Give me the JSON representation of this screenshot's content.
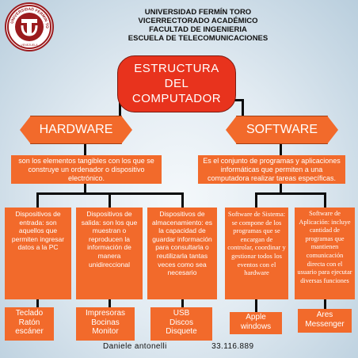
{
  "header": {
    "lines": [
      "UNIVERSIDAD FERMÍN TORO",
      "VICERRECTORADO ACADÉMICO",
      "FACULTAD DE INGENIERIA",
      "ESCUELA DE TELECOMUNICACIONES"
    ],
    "logo_text": "UNIVERSIDAD FERMIN TORO",
    "logo_sub": "VENEZUELA"
  },
  "title": [
    "ESTRUCTURA",
    "DEL",
    "COMPUTADOR"
  ],
  "hardware": {
    "label": "HARDWARE",
    "description": "son los elementos tangibles con los que se construye un ordenador o dispositivo electrónico.",
    "columns": [
      {
        "text": "Dispositivos de entrada: son aquellos que permiten ingresar datos a la PC",
        "examples": [
          "Teclado",
          "Ratón",
          "escáner"
        ]
      },
      {
        "text": "Dispositivos de salida: son los que muestran o reproducen la información de manera unidireccional",
        "examples": [
          "Impresoras",
          "Bocinas",
          "Monitor"
        ]
      },
      {
        "text": "Dispositivos de almacenamiento: es la capacidad de guardar información para consultarla o reutilizarla tantas veces como sea necesario",
        "examples": [
          "USB",
          "Discos",
          "Disquete"
        ]
      }
    ]
  },
  "software": {
    "label": "SOFTWARE",
    "description": "Es el conjunto de programas y aplicaciones informáticas que permiten a una computadora realizar tareas específicas.",
    "columns": [
      {
        "text": "Software de Sistema: se compone de los programas que se encargan de controlar, coordinar y gestionar todos los eventos con el hardware",
        "examples": [
          "Apple",
          "windows"
        ]
      },
      {
        "text": "Software de Aplicación: incluye cantidad de programas que mantienen comunicación directa con el usuario para ejecutar diversas funciones",
        "examples": [
          "Ares",
          "Messenger"
        ]
      }
    ]
  },
  "footer": {
    "author": "Daniele antonelli",
    "id": "33.116.889"
  },
  "colors": {
    "title": "#e8331d",
    "box": "#f26a2b",
    "line": "#0b0b0b"
  }
}
